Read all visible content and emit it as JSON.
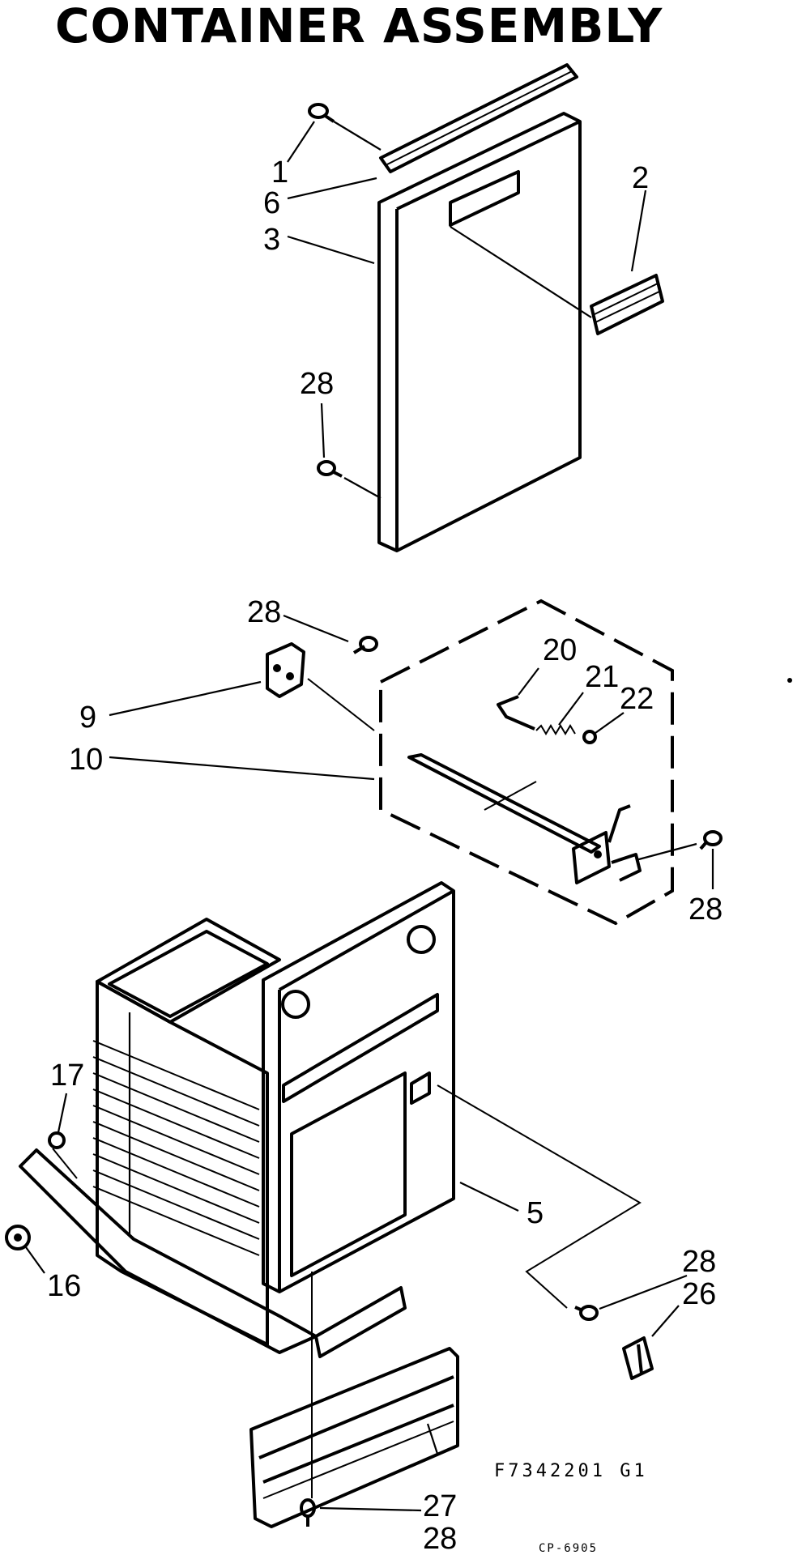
{
  "title": "CONTAINER ASSEMBLY",
  "callouts": {
    "c1": "1",
    "c6": "6",
    "c3": "3",
    "c2": "2",
    "c28_a": "28",
    "c28_b": "28",
    "c9": "9",
    "c10": "10",
    "c20": "20",
    "c21": "21",
    "c22": "22",
    "c28_c": "28",
    "c17": "17",
    "c16": "16",
    "c5": "5",
    "c28_d": "28",
    "c26": "26",
    "c27": "27",
    "c28_e": "28"
  },
  "footer": {
    "drawing_code": "F7342201 G1",
    "sheet_code": "CP-6905"
  }
}
